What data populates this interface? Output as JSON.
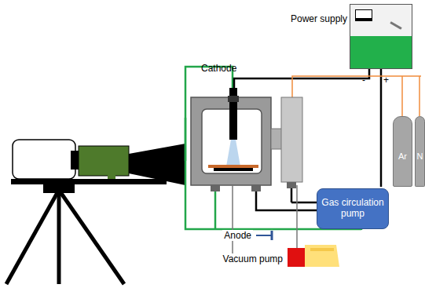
{
  "diagram": {
    "nodes": [
      {
        "text": [
          "Power supply"
        ]
      },
      {
        "text": [
          "Gas circulation pump"
        ]
      },
      {
        "text": [
          "Ar"
        ]
      },
      {
        "text": [
          "N"
        ]
      }
    ],
    "labels": [
      "-",
      "+",
      "Cathode",
      "Anode",
      "Vacuum pump"
    ]
  }
}
